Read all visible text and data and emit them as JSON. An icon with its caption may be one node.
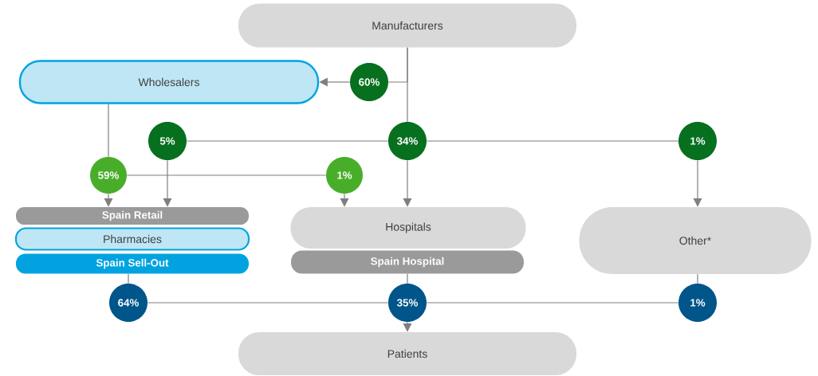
{
  "diagram": {
    "nodes": [
      {
        "text": [
          "Manufacturers"
        ]
      },
      {
        "text": [
          "Wholesalers"
        ]
      },
      {
        "text": [
          "60%"
        ]
      },
      {
        "text": [
          "5%"
        ]
      },
      {
        "text": [
          "34%"
        ]
      },
      {
        "text": [
          "1%"
        ]
      },
      {
        "text": [
          "59%"
        ]
      },
      {
        "text": [
          "1%"
        ]
      },
      {
        "text": [
          "Spain Retail"
        ]
      },
      {
        "text": [
          "Pharmacies"
        ]
      },
      {
        "text": [
          "Spain Sell-Out"
        ]
      },
      {
        "text": [
          "Hospitals"
        ]
      },
      {
        "text": [
          "Spain Hospital"
        ]
      },
      {
        "text": [
          "Other*"
        ]
      },
      {
        "text": [
          "64%"
        ]
      },
      {
        "text": [
          "35%"
        ]
      },
      {
        "text": [
          "1%"
        ]
      },
      {
        "text": [
          "Patients"
        ]
      }
    ],
    "edges": [
      {
        "from": 0,
        "to": 2,
        "arrow": "none"
      },
      {
        "from": 2,
        "to": 1,
        "arrow": "to"
      },
      {
        "from": 0,
        "to": 4,
        "arrow": "none"
      },
      {
        "from": 4,
        "to": 3,
        "arrow": "none"
      },
      {
        "from": 4,
        "to": 5,
        "arrow": "none"
      },
      {
        "from": 1,
        "to": 6,
        "arrow": "none"
      },
      {
        "from": 6,
        "to": 8,
        "arrow": "to"
      },
      {
        "from": 3,
        "to": 8,
        "arrow": "to"
      },
      {
        "from": 6,
        "to": 7,
        "arrow": "none"
      },
      {
        "from": 7,
        "to": 11,
        "arrow": "to"
      },
      {
        "from": 4,
        "to": 11,
        "arrow": "to"
      },
      {
        "from": 5,
        "to": 13,
        "arrow": "to"
      },
      {
        "from": 10,
        "to": 14,
        "arrow": "none"
      },
      {
        "from": 12,
        "to": 15,
        "arrow": "none"
      },
      {
        "from": 13,
        "to": 16,
        "arrow": "none"
      },
      {
        "from": 14,
        "to": 15,
        "arrow": "none"
      },
      {
        "from": 16,
        "to": 15,
        "arrow": "none"
      },
      {
        "from": 15,
        "to": 17,
        "arrow": "to"
      }
    ]
  }
}
